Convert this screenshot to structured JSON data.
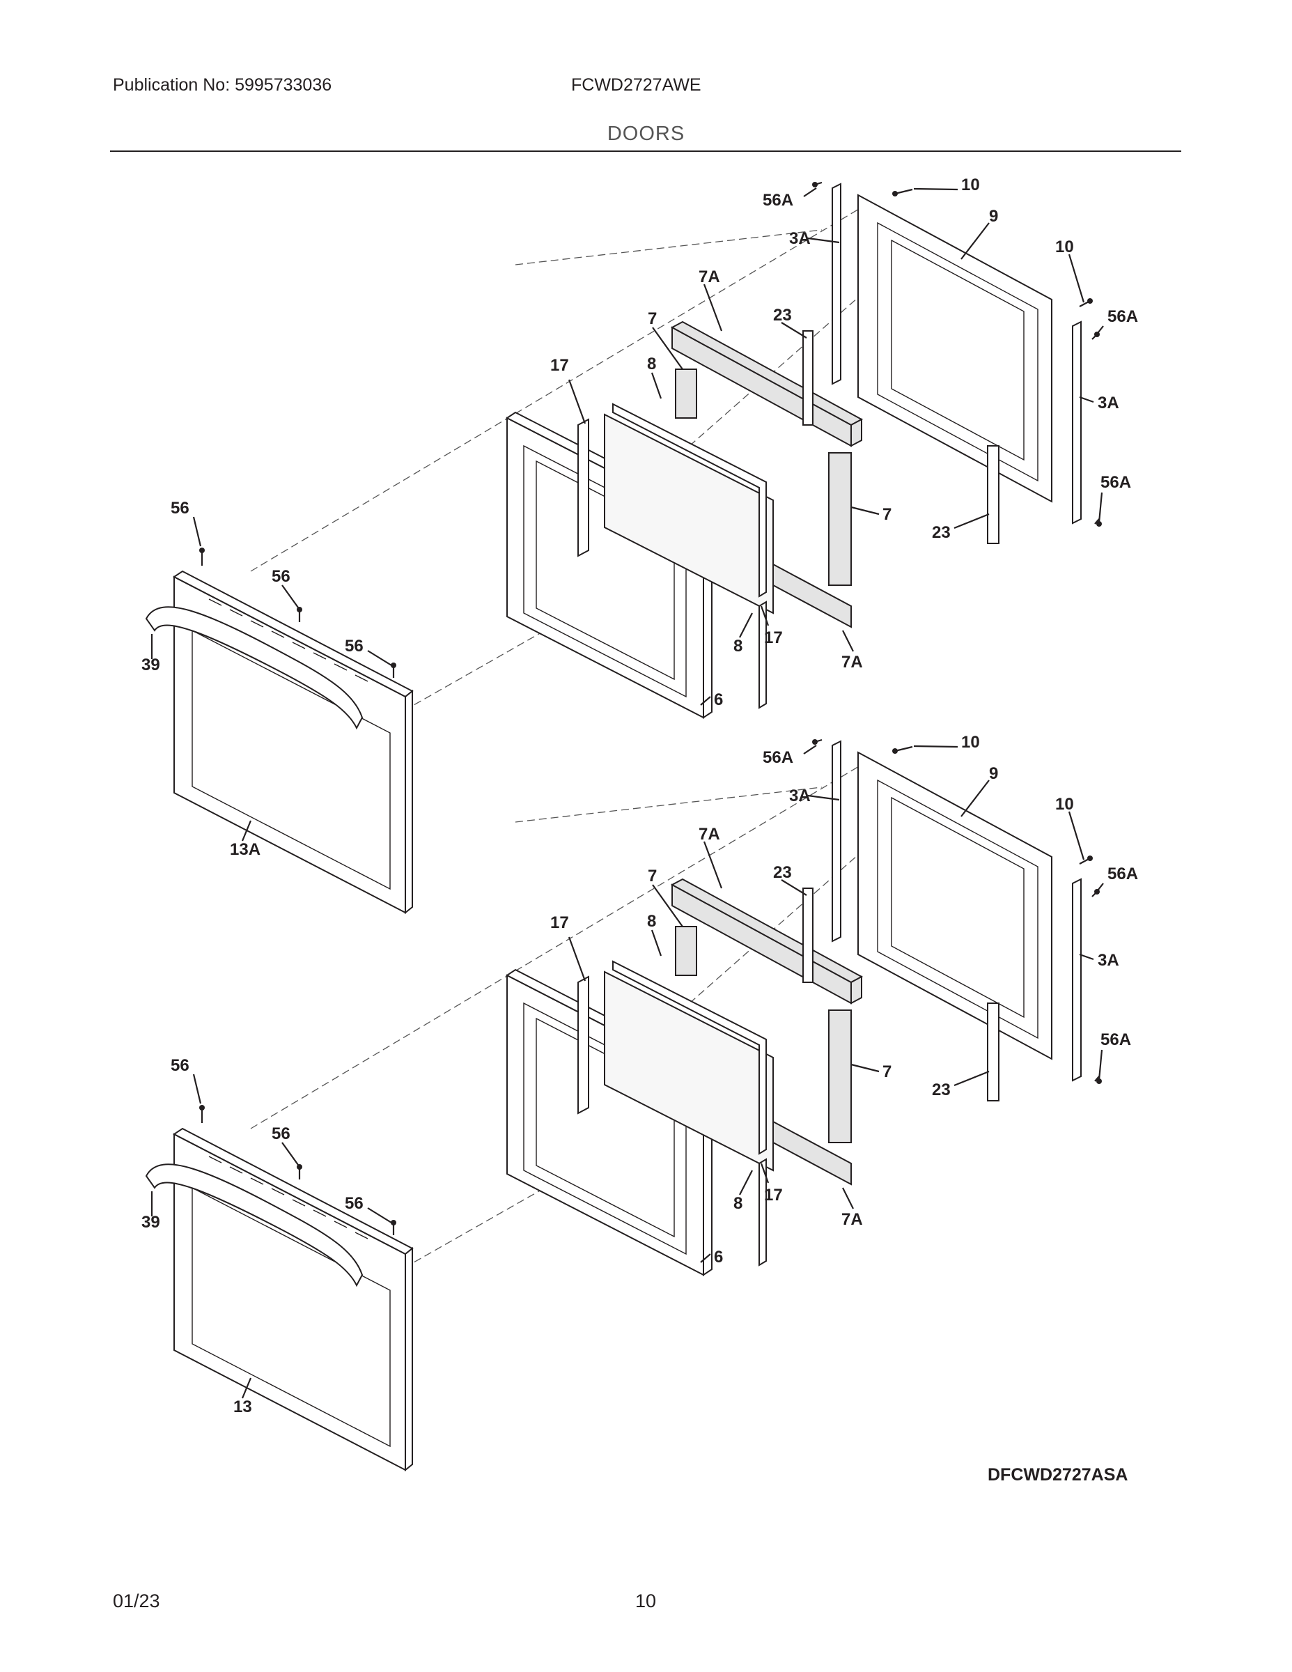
{
  "header": {
    "publication": "Publication No: 5995733036",
    "model": "FCWD2727AWE",
    "section_title": "DOORS"
  },
  "diagram": {
    "code": "DFCWD2727ASA",
    "upper_door": {
      "labels": {
        "p56a_a": "56A",
        "p10_a": "10",
        "p3a_a": "3A",
        "p9": "9",
        "p10_b": "10",
        "p56a_b": "56A",
        "p7a_a": "7A",
        "p7_a": "7",
        "p23_a": "23",
        "p8_a": "8",
        "p17_a": "17",
        "p3a_b": "3A",
        "p56a_c": "56A",
        "p7_b": "7",
        "p23_b": "23",
        "p56_a": "56",
        "p56_b": "56",
        "p56_c": "56",
        "p39": "39",
        "p8_b": "8",
        "p17_b": "17",
        "p7a_b": "7A",
        "p6": "6",
        "p13": "13A"
      }
    },
    "lower_door": {
      "labels": {
        "p56a_a": "56A",
        "p10_a": "10",
        "p3a_a": "3A",
        "p9": "9",
        "p10_b": "10",
        "p56a_b": "56A",
        "p7a_a": "7A",
        "p7_a": "7",
        "p23_a": "23",
        "p8_a": "8",
        "p17_a": "17",
        "p3a_b": "3A",
        "p56a_c": "56A",
        "p7_b": "7",
        "p23_b": "23",
        "p56_a": "56",
        "p56_b": "56",
        "p56_c": "56",
        "p39": "39",
        "p8_b": "8",
        "p17_b": "17",
        "p7a_b": "7A",
        "p6": "6",
        "p13": "13"
      }
    }
  },
  "footer": {
    "date": "01/23",
    "page_number": "10"
  }
}
